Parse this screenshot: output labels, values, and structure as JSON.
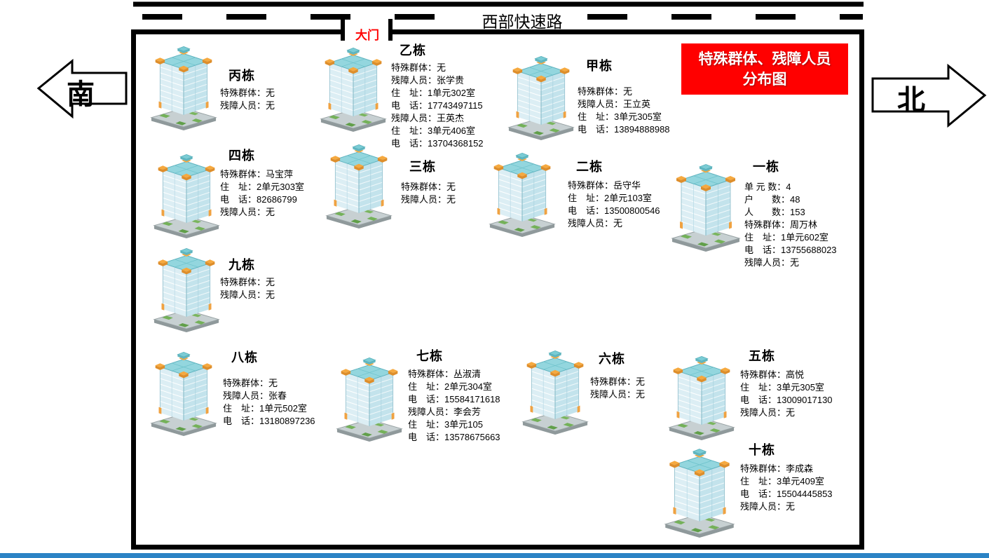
{
  "road": {
    "label": "西部快速路"
  },
  "gate": {
    "label": "大门"
  },
  "compass": {
    "south": "南",
    "north": "北"
  },
  "banner": {
    "line1": "特殊群体、残障人员",
    "line2": "分布图"
  },
  "colors": {
    "banner_bg": "#ff0000",
    "banner_text": "#ffffff",
    "gate_text": "#ff0000",
    "road_line": "#000000",
    "bottom_strip": "#2b83c5"
  },
  "buildings": [
    {
      "name": "丙栋",
      "lines": [
        "特殊群体：无",
        "残障人员：无"
      ]
    },
    {
      "name": "乙栋",
      "lines": [
        "特殊群体：无",
        "残障人员：张学贵",
        "住　址：1单元302室",
        "电　话：17743497115",
        "残障人员：王英杰",
        "住　址：3单元406室",
        "电　话：13704368152"
      ]
    },
    {
      "name": "甲栋",
      "lines": [
        "特殊群体：无",
        "残障人员：王立英",
        "住　址：3单元305室",
        "电　话：13894888988"
      ]
    },
    {
      "name": "四栋",
      "lines": [
        "特殊群体：马宝萍",
        "住　址：2单元303室",
        "电　话：82686799",
        "残障人员：无"
      ]
    },
    {
      "name": "三栋",
      "lines": [
        "特殊群体：无",
        "残障人员：无"
      ]
    },
    {
      "name": "二栋",
      "lines": [
        "特殊群体：岳守华",
        "住　址：2单元103室",
        "电　话：13500800546",
        "残障人员：无"
      ]
    },
    {
      "name": "一栋",
      "lines": [
        "单 元 数：4",
        "户　　数：48",
        "人　　数：153",
        "特殊群体：周万林",
        "住　址：1单元602室",
        "电　话：13755688023",
        "残障人员：无"
      ]
    },
    {
      "name": "九栋",
      "lines": [
        "特殊群体：无",
        "残障人员：无"
      ]
    },
    {
      "name": "八栋",
      "lines": [
        "特殊群体：无",
        "残障人员：张春",
        "住　址：1单元502室",
        "电　话：13180897236"
      ]
    },
    {
      "name": "七栋",
      "lines": [
        "特殊群体：丛淑清",
        "住　址：2单元304室",
        "电　话：15584171618",
        "残障人员：李会芳",
        "住　址：3单元105",
        "电　话：13578675663"
      ]
    },
    {
      "name": "六栋",
      "lines": [
        "特殊群体：无",
        "残障人员：无"
      ]
    },
    {
      "name": "五栋",
      "lines": [
        "特殊群体：高悦",
        "住　址：3单元305室",
        "电　话：13009017130",
        "残障人员：无"
      ]
    },
    {
      "name": "十栋",
      "lines": [
        "特殊群体：李成森",
        "住　址：3单元409室",
        "电　话：15504445853",
        "残障人员：无"
      ]
    }
  ]
}
